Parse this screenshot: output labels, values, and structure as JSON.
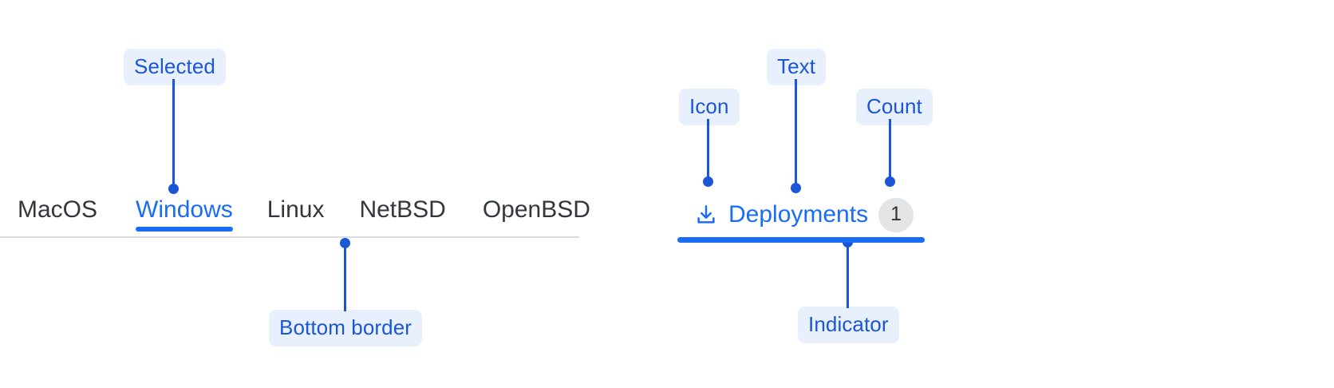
{
  "colors": {
    "accent": "#1a6cf5",
    "callout_text": "#1a56d6",
    "callout_bg": "#e9f0fd",
    "tab_text": "#33373d",
    "border": "#dcdcdc",
    "count_pill_bg": "#e3e4e6",
    "count_pill_text": "#2f3237"
  },
  "left_tabs": {
    "items": [
      {
        "label": "MacOS",
        "selected": false
      },
      {
        "label": "Windows",
        "selected": true
      },
      {
        "label": "Linux",
        "selected": false
      },
      {
        "label": "NetBSD",
        "selected": false
      },
      {
        "label": "OpenBSD",
        "selected": false
      }
    ],
    "annotations": {
      "selected": "Selected",
      "bottom_border": "Bottom border"
    }
  },
  "right_tab": {
    "icon": "download-icon",
    "label": "Deployments",
    "count": "1",
    "annotations": {
      "icon": "Icon",
      "text": "Text",
      "count": "Count",
      "indicator": "Indicator"
    }
  }
}
